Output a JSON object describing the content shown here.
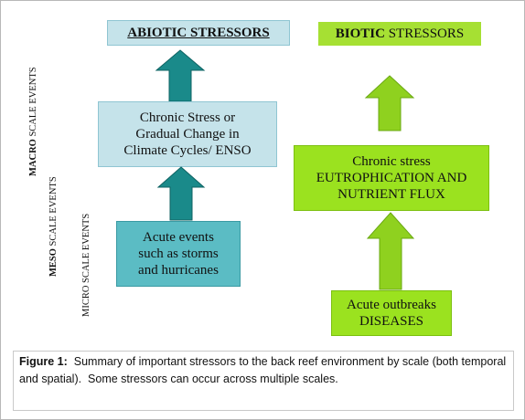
{
  "axis_labels": {
    "macro_bold": "MACRO",
    "macro_rest": " SCALE EVENTS",
    "meso_bold": "MESO",
    "meso_rest": "  SCALE  EVENTS",
    "micro": "MICRO SCALE EVENTS"
  },
  "abiotic": {
    "header": "ABIOTIC STRESSORS",
    "chronic": [
      "Chronic Stress or",
      "Gradual Change in",
      "Climate Cycles/ ENSO"
    ],
    "acute": [
      "Acute events",
      "such as storms",
      "and hurricanes"
    ]
  },
  "biotic": {
    "header_bold": "BIOTIC",
    "header_rest": " STRESSORS",
    "chronic": [
      "Chronic stress",
      "EUTROPHICATION AND",
      "NUTRIENT FLUX"
    ],
    "acute": [
      "Acute outbreaks",
      "DISEASES"
    ]
  },
  "caption": {
    "label": "Figure 1:",
    "text": "  Summary of important stressors to the back reef environment by scale (both temporal and spatial).  Some stressors can occur across multiple scales."
  },
  "colors": {
    "teal_arrow": "#1a8a8a",
    "green_arrow": "#8fd11f",
    "light_blue_box": "#c5e3ea",
    "teal_box": "#5bbcc4",
    "lime_box": "#a6e033"
  }
}
